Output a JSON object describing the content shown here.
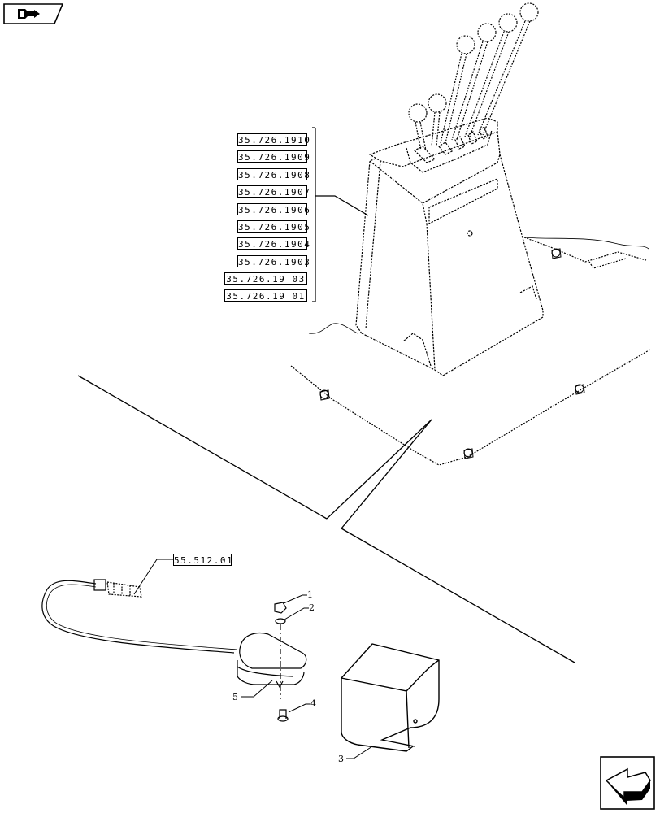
{
  "references": {
    "top": [
      "35.726.1910",
      "35.726.1909",
      "35.726.1908",
      "35.726.1907",
      "35.726.1906",
      "35.726.1905",
      "35.726.1904",
      "35.726.1903",
      "35.726.19 03",
      "35.726.19 01"
    ],
    "connector": "55.512.01"
  },
  "callouts": [
    "1",
    "2",
    "3",
    "4",
    "5"
  ],
  "icons": {
    "top_left": "book-arrow-icon",
    "bottom_right": "next-page-arrow-icon"
  }
}
